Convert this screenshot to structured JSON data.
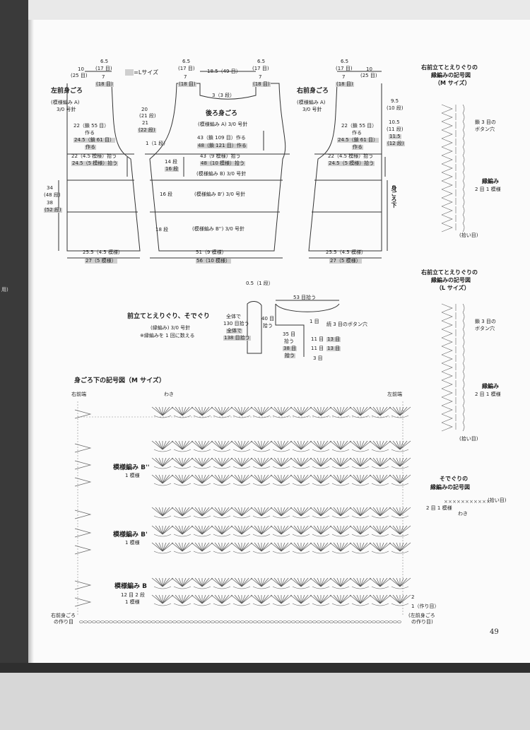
{
  "page": {
    "number": "49",
    "edge_label": "用)"
  },
  "size_legend": {
    "text": "=Lサイズ"
  },
  "left_front": {
    "title": "左前身ごろ",
    "pattern": "(模様編み A)",
    "needle": "3/0 号針",
    "top_dims": [
      "6.5",
      "(17 目)",
      "7",
      "(18 目)"
    ],
    "side_dims": [
      "10",
      "(25 目)"
    ],
    "inner": [
      "22（鎖 55 目）",
      "作る",
      "24.5（鎖 61 目）",
      "作る"
    ],
    "pickup": [
      "22（4.5 模様）拾う",
      "24.5（5 模様）拾う"
    ],
    "bottom": [
      "25.5（4.5 模様）",
      "27（5 模様）"
    ]
  },
  "right_front": {
    "title": "右前身ごろ",
    "pattern": "(模様編み A)",
    "needle": "3/0 号針",
    "top_dims": [
      "6.5",
      "(17 目)",
      "7",
      "(18 目)"
    ],
    "side_dims": [
      "10",
      "(25 目)"
    ],
    "inner": [
      "22（鎖 55 目）",
      "作る",
      "24.5（鎖 61 目）",
      "作る"
    ],
    "pickup": [
      "22（4.5 模様）拾う",
      "24.5（5 模様）拾う"
    ],
    "right_dims": [
      "9.5",
      "(10 段)",
      "10.5",
      "(11 段)",
      "11.5",
      "(12 段)"
    ],
    "bottom": [
      "25.5（4.5 模様）",
      "27（5 模様）"
    ],
    "vertical_label": "身ごろ下"
  },
  "back": {
    "title": "後ろ身ごろ",
    "pattern": "(模様編み A) 3/0 号針",
    "top_left": [
      "6.5",
      "(17 目)",
      "7",
      "(18 目)"
    ],
    "top_mid": "18.5（49 目）",
    "top_right": [
      "6.5",
      "(17 目)",
      "7",
      "(18 目)"
    ],
    "neck": "3（3 段）",
    "armhole": [
      "20",
      "(21 段)",
      "21",
      "(22 段)"
    ],
    "one_row": "1（1 段）",
    "chain": [
      "43（鎖 109 目）作る",
      "48（鎖 121 目）作る"
    ],
    "pickup": [
      "43（9 模様）拾う",
      "48（10 模様）拾う"
    ],
    "pattern_b": "(模様編み B) 3/0 号針",
    "pattern_b2": "(模様編み B') 3/0 号針",
    "pattern_b3": "(模様編み B'') 3/0 号針",
    "rows": [
      "14 段",
      "16 段",
      "16 段",
      "18 段"
    ],
    "height": [
      "34",
      "(48 段)",
      "38",
      "(52 段)"
    ],
    "bottom": [
      "51（9 模様）",
      "56（10 模様）"
    ]
  },
  "band": {
    "title": "前立てとえりぐり、そでぐり",
    "pattern": "(縁編み) 3/0 号針",
    "note": "※縁編みを 1 回に数える",
    "top": [
      "0.5（1 段）"
    ],
    "neck": "53 目拾う",
    "left": [
      "40 目",
      "拾う"
    ],
    "total": [
      "全体で",
      "130 目拾う",
      "全体で",
      "138 目拾う"
    ],
    "mid": [
      "35 目",
      "拾う",
      "38 目",
      "拾う"
    ],
    "one": "1 目",
    "button": "続 3 目のボタン穴",
    "eleven": [
      "11 目",
      "13 目",
      "11 目",
      "13 目"
    ],
    "three": "3 目"
  },
  "chart_main": {
    "title": "身ごろ下の記号図（M サイズ）",
    "right_end": "右前端",
    "left_end": "左前端",
    "side": "わき",
    "b2": {
      "name": "模様編み B''",
      "repeat": "1 模様"
    },
    "b1": {
      "name": "模様編み B'",
      "repeat": "1 模様"
    },
    "b0": {
      "name": "模様編み B",
      "repeat1": "12 目 2 段",
      "repeat2": "1 模様"
    },
    "row_marks": [
      "2",
      "1（作り目）"
    ],
    "start_left": [
      "右前身ごろ",
      "の作り目"
    ],
    "start_right": [
      "(左前身ごろ",
      "の作り目)"
    ]
  },
  "chart_m": {
    "title": [
      "右前立てとえりぐりの",
      "縁編みの記号図",
      "（M サイズ）"
    ],
    "button": [
      "鎖 3 目の",
      "ボタン穴"
    ],
    "label": [
      "縁編み",
      "2 目 1 模様"
    ],
    "foot": "(拾い目)"
  },
  "chart_l": {
    "title": [
      "右前立てとえりぐりの",
      "縁編みの記号図",
      "（L サイズ）"
    ],
    "button": [
      "鎖 3 目の",
      "ボタン穴"
    ],
    "label": [
      "縁編み",
      "2 目 1 模様"
    ],
    "foot": "(拾い目)"
  },
  "chart_sleeve": {
    "title": [
      "そでぐりの",
      "縁編みの記号図"
    ],
    "label": "2 目 1 模様",
    "side": "わき",
    "pick": "(拾い目)"
  }
}
